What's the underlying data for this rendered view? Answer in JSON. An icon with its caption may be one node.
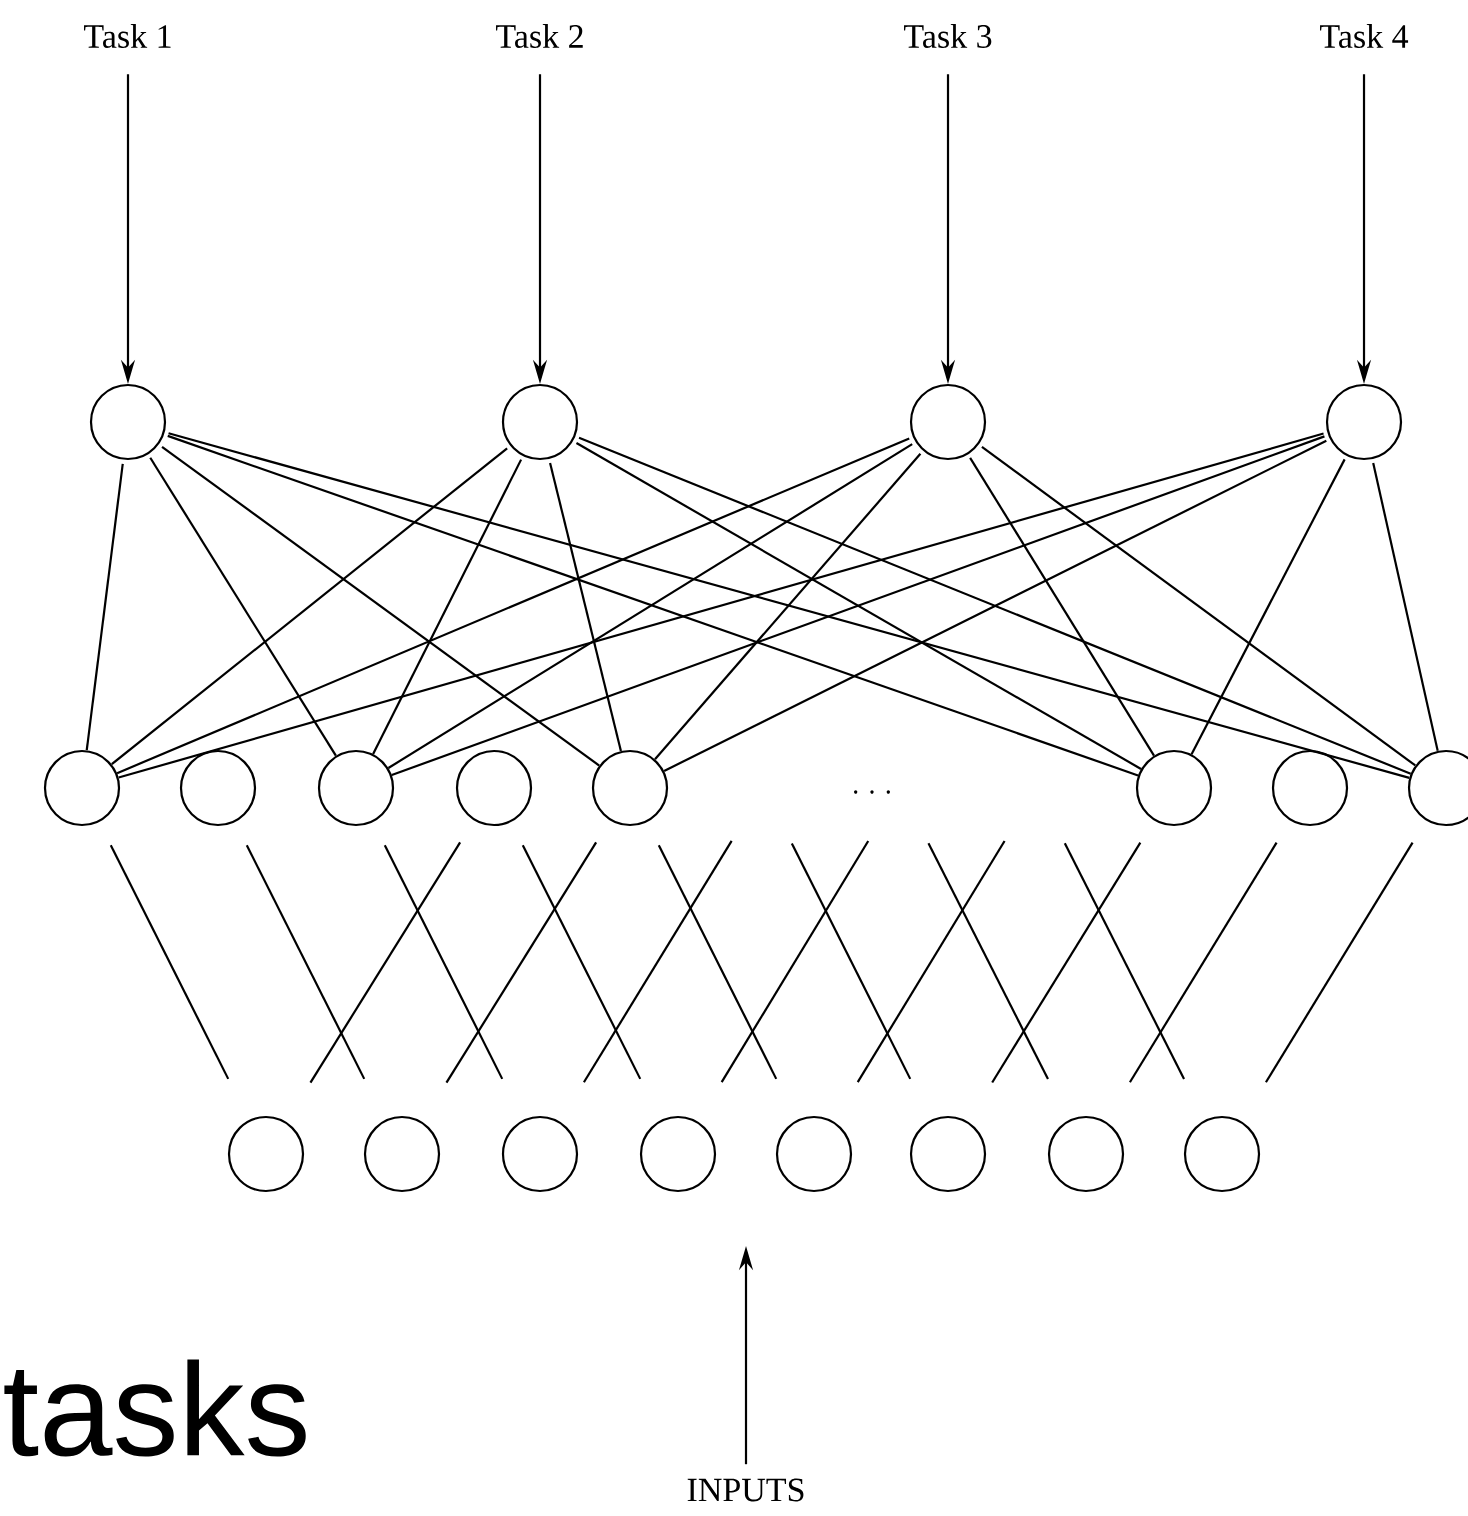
{
  "diagram": {
    "nodes": [
      {
        "text": [
          "Task 1"
        ]
      },
      {
        "text": [
          "Task 2"
        ]
      },
      {
        "text": [
          "Task 3"
        ]
      },
      {
        "text": [
          "Task 4"
        ]
      },
      {
        "text": [],
        "shape": "circle"
      },
      {
        "text": [],
        "shape": "circle"
      },
      {
        "text": [],
        "shape": "circle"
      },
      {
        "text": [],
        "shape": "circle"
      },
      {
        "text": [],
        "shape": "circle"
      },
      {
        "text": [],
        "shape": "circle"
      },
      {
        "text": [],
        "shape": "circle"
      },
      {
        "text": [],
        "shape": "circle"
      },
      {
        "text": [],
        "shape": "circle"
      },
      {
        "text": [],
        "shape": "circle"
      },
      {
        "text": [],
        "shape": "circle"
      },
      {
        "text": [],
        "shape": "circle"
      },
      {
        "text": [],
        "shape": "circle"
      },
      {
        "text": [],
        "shape": "circle"
      },
      {
        "text": [],
        "shape": "circle"
      },
      {
        "text": [],
        "shape": "circle"
      },
      {
        "text": [],
        "shape": "circle"
      },
      {
        "text": [],
        "shape": "circle"
      },
      {
        "text": [],
        "shape": "circle"
      },
      {
        "text": [],
        "shape": "circle"
      },
      {
        "text": [
          "INPUTS"
        ]
      }
    ],
    "edges": [
      {
        "from": 0,
        "to": 4,
        "arrow": "to"
      },
      {
        "from": 1,
        "to": 5,
        "arrow": "to"
      },
      {
        "from": 2,
        "to": 6,
        "arrow": "to"
      },
      {
        "from": 3,
        "to": 7,
        "arrow": "to"
      },
      {
        "from": 4,
        "to": 8,
        "arrow": "none"
      },
      {
        "from": 4,
        "to": 10,
        "arrow": "none"
      },
      {
        "from": 4,
        "to": 12,
        "arrow": "none"
      },
      {
        "from": 4,
        "to": 13,
        "arrow": "none"
      },
      {
        "from": 4,
        "to": 15,
        "arrow": "none"
      },
      {
        "from": 5,
        "to": 8,
        "arrow": "none"
      },
      {
        "from": 5,
        "to": 10,
        "arrow": "none"
      },
      {
        "from": 5,
        "to": 12,
        "arrow": "none"
      },
      {
        "from": 5,
        "to": 13,
        "arrow": "none"
      },
      {
        "from": 5,
        "to": 15,
        "arrow": "none"
      },
      {
        "from": 6,
        "to": 8,
        "arrow": "none"
      },
      {
        "from": 6,
        "to": 10,
        "arrow": "none"
      },
      {
        "from": 6,
        "to": 12,
        "arrow": "none"
      },
      {
        "from": 6,
        "to": 13,
        "arrow": "none"
      },
      {
        "from": 6,
        "to": 15,
        "arrow": "none"
      },
      {
        "from": 7,
        "to": 8,
        "arrow": "none"
      },
      {
        "from": 7,
        "to": 10,
        "arrow": "none"
      },
      {
        "from": 7,
        "to": 12,
        "arrow": "none"
      },
      {
        "from": 7,
        "to": 13,
        "arrow": "none"
      },
      {
        "from": 7,
        "to": 15,
        "arrow": "none"
      },
      {
        "from": 8,
        "to": 16,
        "arrow": "none"
      },
      {
        "from": 11,
        "to": 16,
        "arrow": "none"
      },
      {
        "from": 9,
        "to": 17,
        "arrow": "none"
      },
      {
        "from": 12,
        "to": 17,
        "arrow": "none"
      },
      {
        "from": 10,
        "to": 18,
        "arrow": "none"
      },
      {
        "from": null,
        "to": 18,
        "arrow": "none"
      },
      {
        "from": 11,
        "to": 19,
        "arrow": "none"
      },
      {
        "from": null,
        "to": 19,
        "arrow": "none"
      },
      {
        "from": 12,
        "to": 20,
        "arrow": "none"
      },
      {
        "from": null,
        "to": 20,
        "arrow": "none"
      },
      {
        "from": null,
        "to": 21,
        "arrow": "none"
      },
      {
        "from": 13,
        "to": 21,
        "arrow": "none"
      },
      {
        "from": null,
        "to": 22,
        "arrow": "none"
      },
      {
        "from": 14,
        "to": 22,
        "arrow": "none"
      },
      {
        "from": null,
        "to": 23,
        "arrow": "none"
      },
      {
        "from": 15,
        "to": 23,
        "arrow": "none"
      },
      {
        "from": 24,
        "to": null,
        "arrow": "to"
      }
    ],
    "labels": [
      ". . .",
      "tasks"
    ]
  }
}
